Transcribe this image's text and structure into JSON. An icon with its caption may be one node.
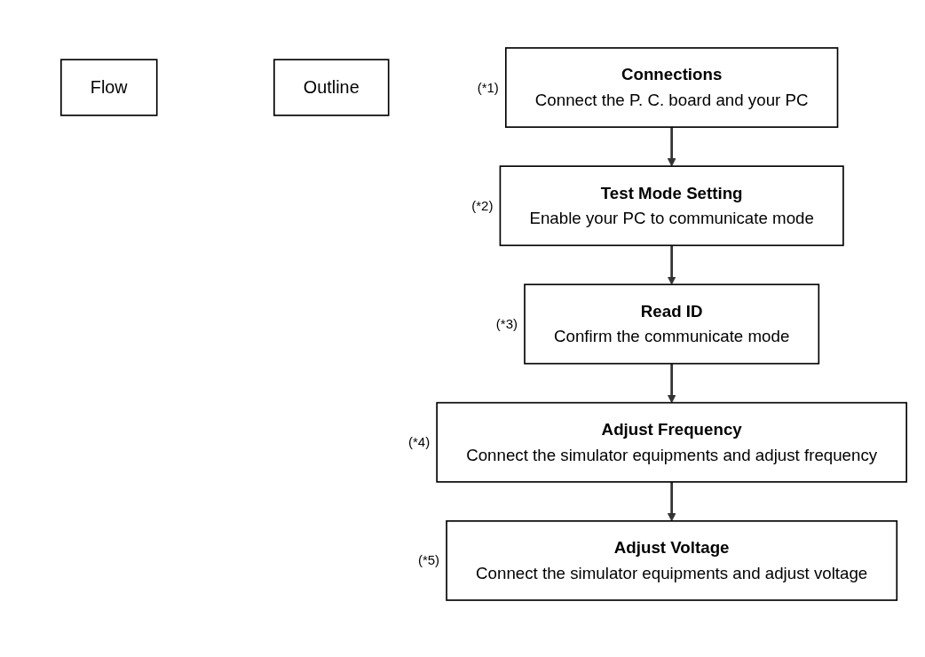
{
  "diagram": {
    "nodes": [
      {
        "text": [
          "Flow"
        ]
      },
      {
        "text": [
          "Outline"
        ]
      },
      {
        "text": [
          "Connections",
          "Connect the P. C. board and your PC"
        ],
        "beside": [
          "(*1)"
        ]
      },
      {
        "text": [
          "Test Mode Setting",
          "Enable your PC to communicate mode"
        ],
        "beside": [
          "(*2)"
        ]
      },
      {
        "text": [
          "Read ID",
          "Confirm the communicate mode"
        ],
        "beside": [
          "(*3)"
        ]
      },
      {
        "text": [
          "Adjust Frequency",
          "Connect the simulator equipments and adjust frequency"
        ],
        "beside": [
          "(*4)"
        ]
      },
      {
        "text": [
          "Adjust Voltage",
          "Connect the simulator equipments and adjust voltage"
        ],
        "beside": [
          "(*5)"
        ]
      }
    ],
    "edges": [
      {
        "from": 2,
        "to": 3,
        "arrow": "to"
      },
      {
        "from": 3,
        "to": 4,
        "arrow": "to"
      },
      {
        "from": 4,
        "to": 5,
        "arrow": "to"
      },
      {
        "from": 5,
        "to": 6,
        "arrow": "to"
      }
    ]
  }
}
